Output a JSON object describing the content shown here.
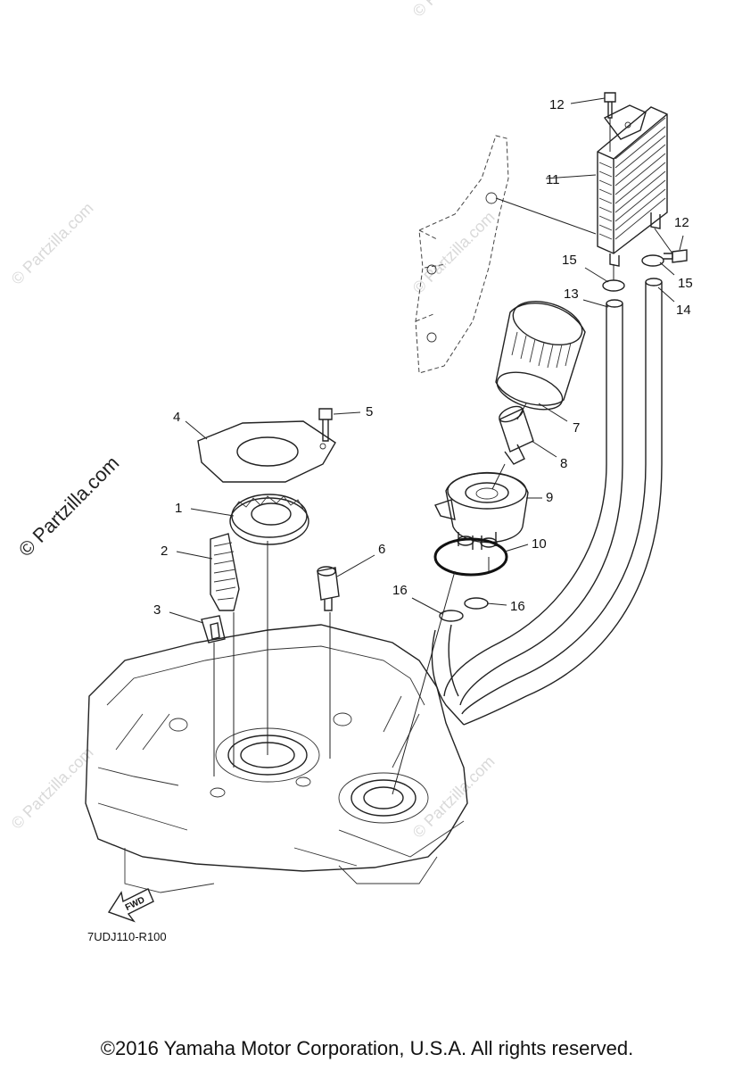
{
  "watermarks": {
    "side_main": "© Partzilla.com",
    "faint": "© Partzilla.com"
  },
  "parts": [
    {
      "id": "1",
      "label": "1"
    },
    {
      "id": "2",
      "label": "2"
    },
    {
      "id": "3",
      "label": "3"
    },
    {
      "id": "4",
      "label": "4"
    },
    {
      "id": "5",
      "label": "5"
    },
    {
      "id": "6",
      "label": "6"
    },
    {
      "id": "7",
      "label": "7"
    },
    {
      "id": "8",
      "label": "8"
    },
    {
      "id": "9",
      "label": "9"
    },
    {
      "id": "10",
      "label": "10"
    },
    {
      "id": "11",
      "label": "11"
    },
    {
      "id": "12a",
      "label": "12"
    },
    {
      "id": "12b",
      "label": "12"
    },
    {
      "id": "13",
      "label": "13"
    },
    {
      "id": "14",
      "label": "14"
    },
    {
      "id": "15a",
      "label": "15"
    },
    {
      "id": "15b",
      "label": "15"
    },
    {
      "id": "16a",
      "label": "16"
    },
    {
      "id": "16b",
      "label": "16"
    }
  ],
  "fwd_label": "FWD",
  "reference_code": "7UDJ110-R100",
  "copyright": "©2016  Yamaha Motor Corporation, U.S.A. All rights reserved."
}
